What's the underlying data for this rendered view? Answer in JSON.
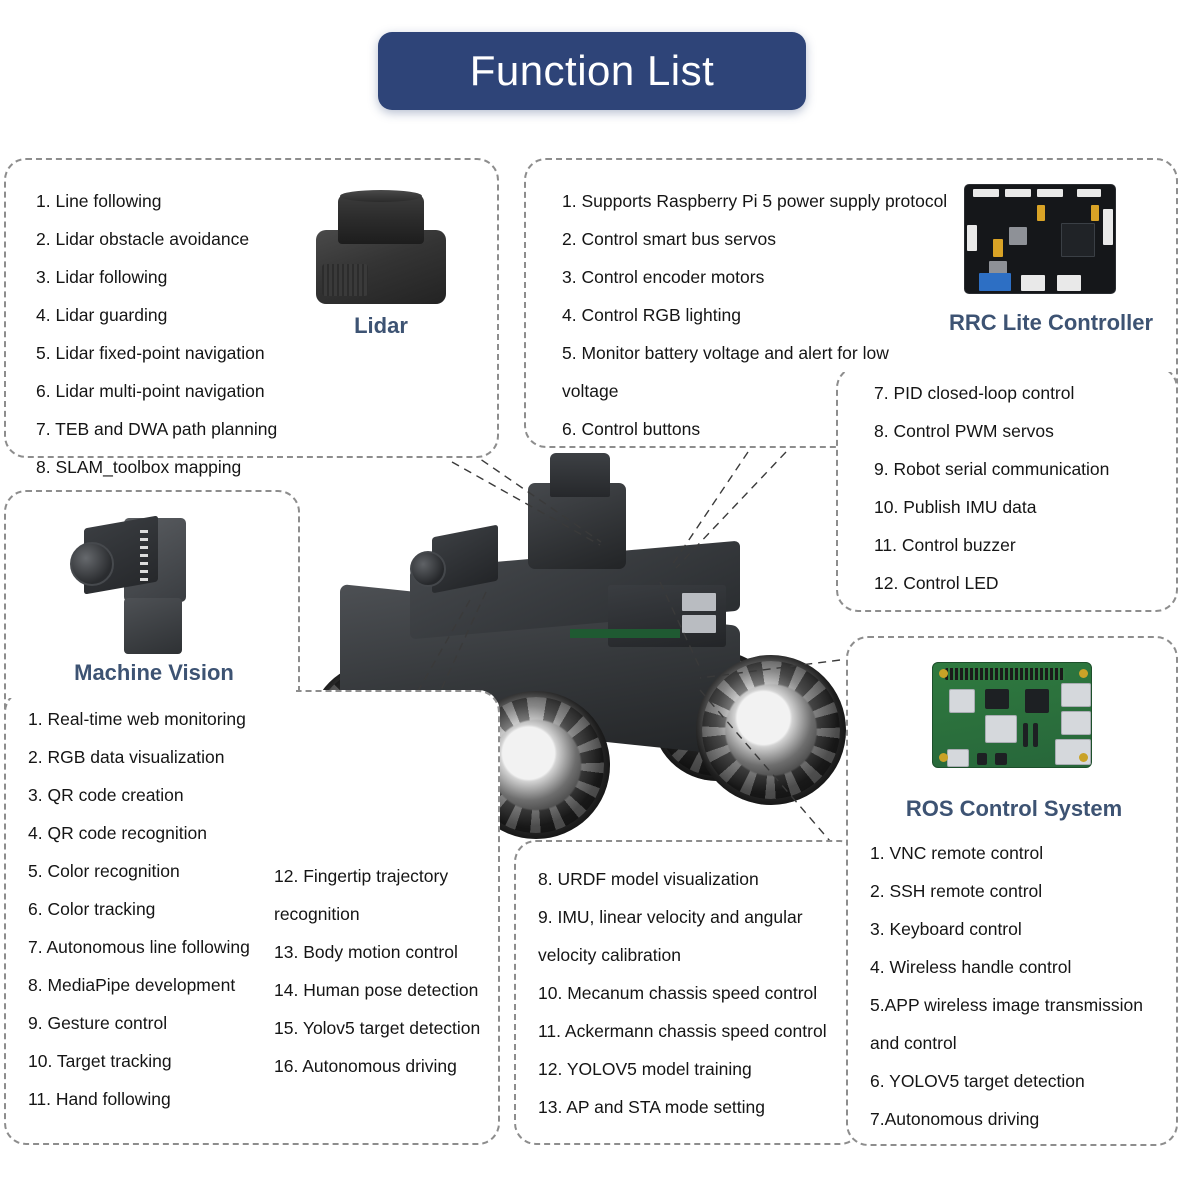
{
  "page": {
    "title": "Function List",
    "banner_color": "#2e4478",
    "heading_color": "#3d5373",
    "body_text_color": "#151515",
    "card_border_color": "#8d8d8d"
  },
  "sections": {
    "lidar": {
      "heading": "Lidar",
      "icon": "lidar-sensor-image",
      "items": [
        "1. Line following",
        "2. Lidar obstacle avoidance",
        "3. Lidar following",
        "4. Lidar guarding",
        "5. Lidar fixed-point navigation",
        "6. Lidar multi-point navigation",
        "7. TEB and DWA path planning",
        "8. SLAM_toolbox mapping"
      ]
    },
    "controller": {
      "heading": "RRC Lite Controller",
      "icon": "controller-board-image",
      "items_left": [
        "1. Supports Raspberry Pi 5 power supply protocol",
        "2. Control smart bus servos",
        "3.  Control encoder motors",
        "4. Control RGB lighting",
        "5. Monitor battery voltage and alert for low voltage",
        "6. Control buttons"
      ],
      "items_right": [
        "7. PID closed-loop control",
        "8. Control PWM servos",
        "9. Robot serial communication",
        "10.  Publish IMU data",
        "11. Control buzzer",
        "12. Control LED"
      ]
    },
    "machine_vision": {
      "heading": "Machine Vision",
      "icon": "camera-gimbal-image",
      "items_left": [
        "1. Real-time web monitoring",
        "2. RGB data visualization",
        "3. QR code creation",
        "4. QR code recognition",
        "5. Color recognition",
        "6. Color tracking",
        "7. Autonomous line following",
        "8. MediaPipe development",
        "9. Gesture control",
        "10. Target tracking",
        "11. Hand following"
      ],
      "items_right": [
        "12. Fingertip trajectory recognition",
        "13. Body motion control",
        "14. Human pose detection",
        "15. Yolov5 target detection",
        "16. Autonomous driving"
      ]
    },
    "center_bottom": {
      "items": [
        "8. URDF model visualization",
        "9. IMU, linear velocity and angular velocity calibration",
        "10. Mecanum chassis speed control",
        "11. Ackermann chassis speed control",
        "12. YOLOV5 model training",
        "13.  AP and STA mode setting"
      ]
    },
    "ros": {
      "heading": "ROS Control System",
      "icon": "raspberry-pi-board-image",
      "items": [
        "1. VNC remote control",
        "2. SSH remote control",
        "3. Keyboard control",
        "4. Wireless handle control",
        "5.APP wireless image transmission and control",
        "6. YOLOV5 target detection",
        "7.Autonomous driving"
      ]
    },
    "robot": {
      "alt": "mecanum-wheel-robot-image"
    }
  }
}
